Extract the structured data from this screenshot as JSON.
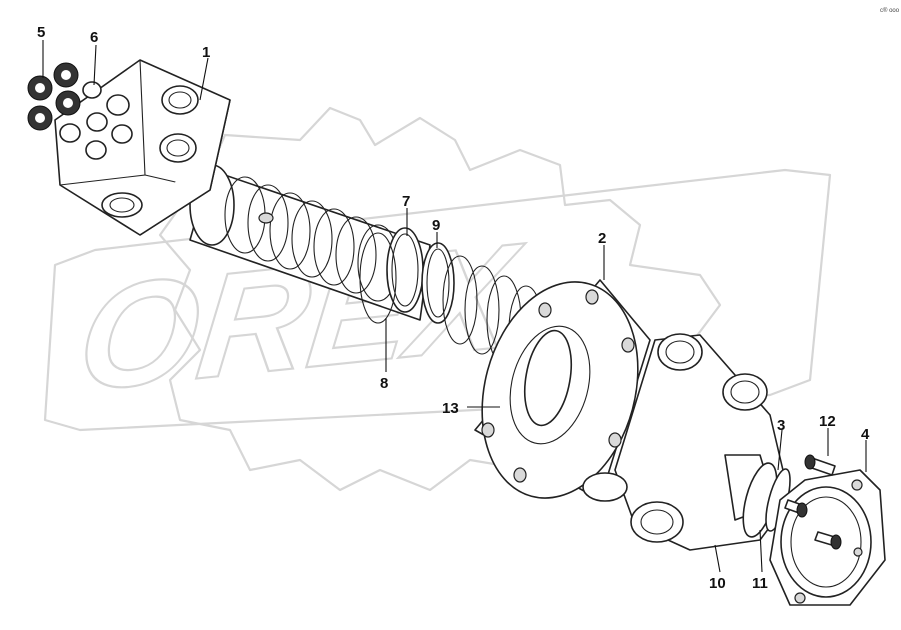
{
  "diagram": {
    "watermark_text": "OREX",
    "corner_mark": "c® ooo",
    "callouts": [
      "1",
      "2",
      "3",
      "4",
      "5",
      "6",
      "7",
      "8",
      "9",
      "10",
      "11",
      "12",
      "13"
    ],
    "colors": {
      "line": "#222222",
      "watermark": "#d6d6d6",
      "background": "#ffffff"
    }
  }
}
